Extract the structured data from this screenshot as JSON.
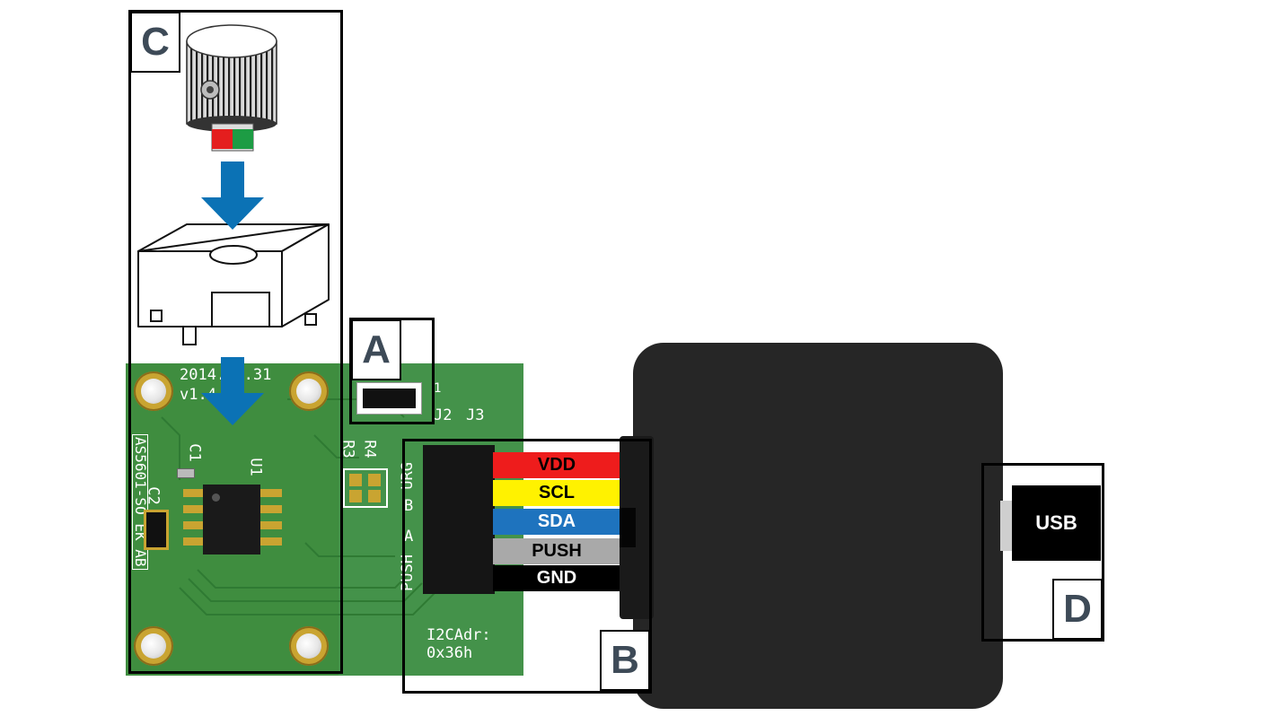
{
  "callouts": {
    "a": "A",
    "b": "B",
    "c": "C",
    "d": "D"
  },
  "pcb": {
    "date": "2014.07.31",
    "version": "v1.4",
    "board_name": "AS5601-SO_EK_AB",
    "c1": "C1",
    "c2": "C2",
    "u1": "U1",
    "r3": "R3",
    "r4": "R4",
    "j2": "J2",
    "j3": "J3",
    "header_labels": [
      "URG",
      "B",
      "A",
      "PUSH"
    ],
    "i2c_label": "I2CAdr:",
    "i2c_address": "0x36h"
  },
  "wires": [
    {
      "label": "VDD",
      "color": "#ee1c1c"
    },
    {
      "label": "SCL",
      "color": "#fff200"
    },
    {
      "label": "SDA",
      "color": "#1e73be"
    },
    {
      "label": "PUSH",
      "color": "#a9a9a9"
    },
    {
      "label": "GND",
      "color": "#000000"
    }
  ],
  "usb": {
    "label": "USB"
  },
  "colors": {
    "arrow": "#0b72b5",
    "pcb_green": "#3c8a3c",
    "dongle": "#262626"
  }
}
